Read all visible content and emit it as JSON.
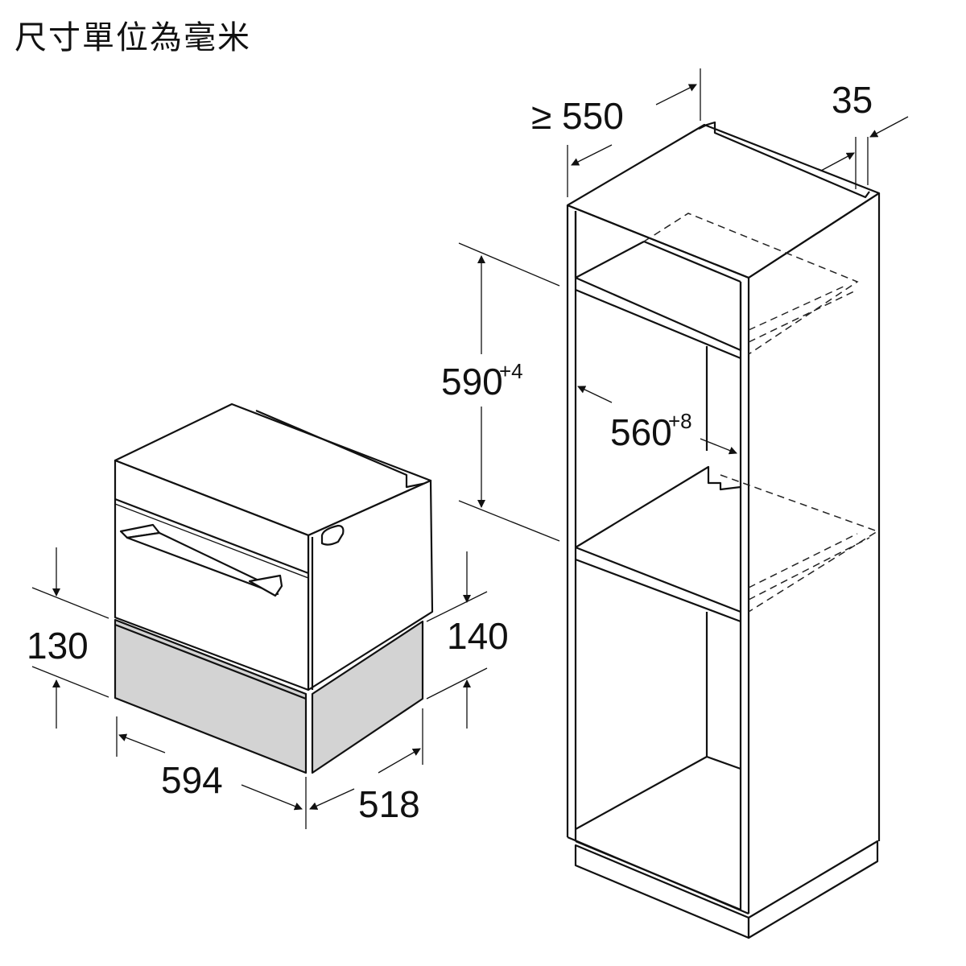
{
  "title": "尺寸單位為毫米",
  "dimensions": {
    "niche_depth": "≥ 550",
    "rear_gap": "35",
    "niche_height": "590",
    "niche_height_tol": "+4",
    "niche_width": "560",
    "niche_width_tol": "+8",
    "drawer_front_height": "130",
    "drawer_side_height": "140",
    "drawer_width": "594",
    "drawer_depth": "518"
  },
  "colors": {
    "line": "#111111",
    "drawer_fill": "#d3d3d3"
  }
}
